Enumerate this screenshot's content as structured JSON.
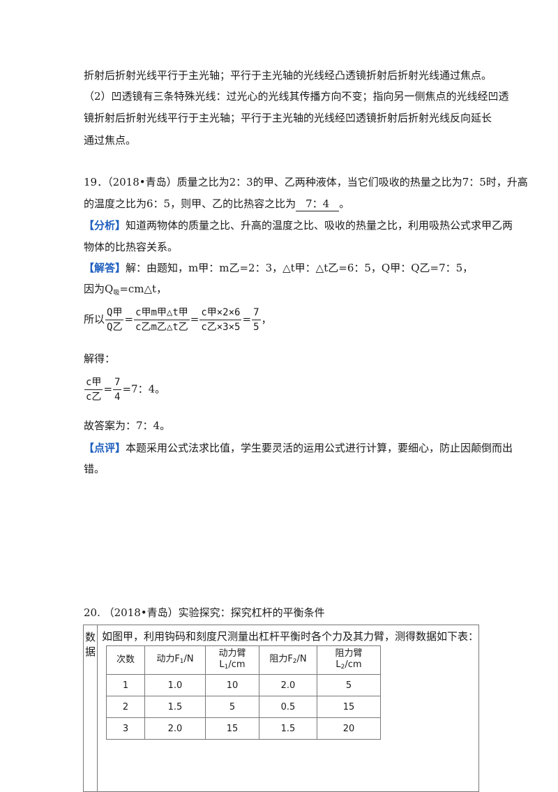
{
  "cont": {
    "line1": "折射后折射光线平行于主光轴；平行于主光轴的光线经凸透镜折射后折射光线通过焦点。",
    "line2": "（2）凹透镜有三条特殊光线：过光心的光线其传播方向不变；指向另一侧焦点的光线经凹透",
    "line3": "镜折射后折射光线平行于主光轴；平行于主光轴的光线经凹透镜折射后折射光线反向延长",
    "line4": "通过焦点。"
  },
  "q19": {
    "line1": "19．（2018•青岛）质量之比为2：3的甲、乙两种液体，当它们吸收的热量之比为7：5时，升高",
    "line2_pre": "的温度之比为6：5，则甲、乙的比热容之比为",
    "answer": "7：4",
    "line2_post": "。",
    "analysis_tag": "【分析】",
    "analysis_l1": "知道两物体的质量之比、升高的温度之比、吸收的热量之比，利用吸热公式求甲乙两",
    "analysis_l2": "物体的比热容关系。",
    "solution_tag": "【解答】",
    "solution_l1": "解：由题知，m甲：m乙=2：3，△t甲：△t乙=6：5，Q甲：Q乙=7：5，",
    "because_pre": "因为Q",
    "because_sub": "吸",
    "because_post": "=cm△t，",
    "so_label": "所以",
    "f1_num": "Q甲",
    "f1_den": "Q乙",
    "f2_num": "c甲m甲△t甲",
    "f2_den": "c乙m乙△t乙",
    "f3_num": "c甲×2×6",
    "f3_den": "c乙×3×5",
    "f4_num": "7",
    "f4_den": "5",
    "eq": "=",
    "comma": "，",
    "solve_label": "解得：",
    "r_num": "c甲",
    "r_den": "c乙",
    "r2_num": "7",
    "r2_den": "4",
    "r_tail": "=7：4。",
    "final": "故答案为：7：4。",
    "comment_tag": "【点评】",
    "comment_l1": "本题采用公式法求比值，学生要灵活的运用公式进行计算，要细心，防止因颠倒而出",
    "comment_l2": "错。"
  },
  "q20": {
    "title": "20.  （2018•青岛）实验探究：探究杠杆的平衡条件",
    "label": "数据",
    "caption": "如图甲，利用钩码和刻度尺测量出杠杆平衡时各个力及其力臂，测得数据如下表：",
    "headers": [
      "次数",
      "动力F",
      "动力臂",
      "阻力F",
      "阻力臂"
    ],
    "header_subs": [
      "",
      "1",
      "1",
      "2",
      "2"
    ],
    "header_units": [
      "",
      "/N",
      "/cm",
      "/N",
      "/cm"
    ],
    "header_l2": [
      "",
      "",
      "L",
      "",
      "L"
    ],
    "rows": [
      [
        "1",
        "1.0",
        "10",
        "2.0",
        "5"
      ],
      [
        "2",
        "1.5",
        "5",
        "0.5",
        "15"
      ],
      [
        "3",
        "2.0",
        "15",
        "1.5",
        "20"
      ]
    ]
  }
}
